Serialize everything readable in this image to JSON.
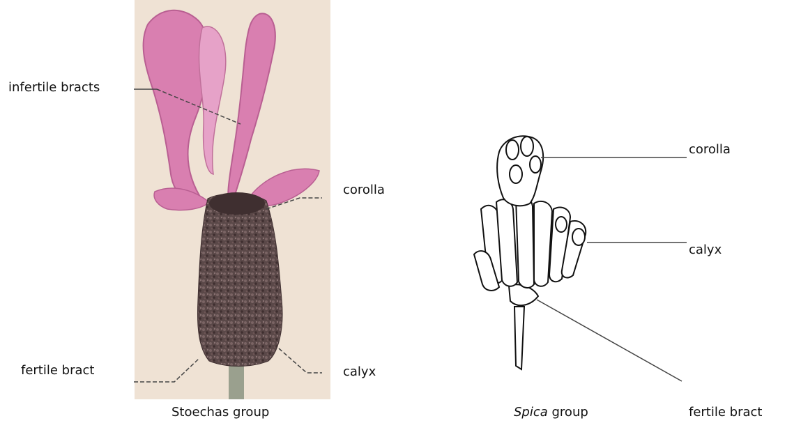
{
  "left_figure": {
    "caption": "Stoechas group",
    "labels": {
      "infertile_bracts": "infertile bracts",
      "corolla": "corolla",
      "fertile_bract": "fertile bract",
      "calyx": "calyx"
    }
  },
  "right_figure": {
    "caption_italic": "Spica",
    "caption_rest": " group",
    "labels": {
      "corolla": "corolla",
      "calyx": "calyx",
      "fertile_bract": "fertile bract"
    }
  },
  "colors": {
    "photo_background": "#efe2d4",
    "bract_pink": "#d97fb0",
    "flower_head": "#5e4a4a",
    "stem": "#9aa08e"
  }
}
